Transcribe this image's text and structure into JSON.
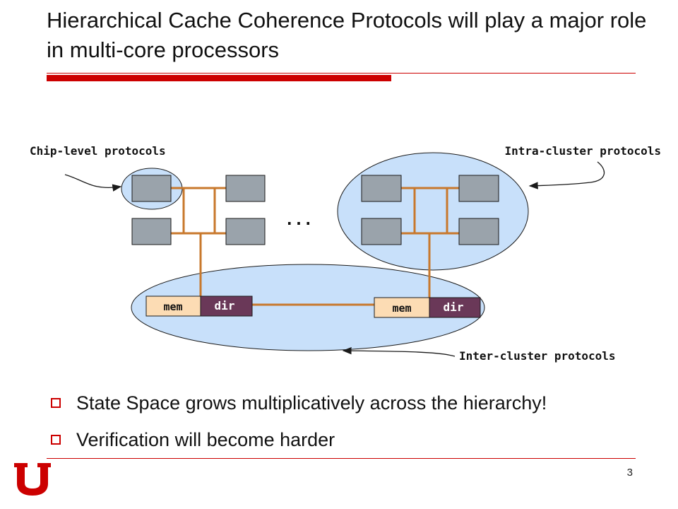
{
  "slide": {
    "title": "Hierarchical Cache Coherence Protocols will play a major role in multi-core processors",
    "page_number": "3"
  },
  "diagram": {
    "labels": {
      "chip_level": "Chip-level protocols",
      "intra_cluster": "Intra-cluster protocols",
      "inter_cluster": "Inter-cluster protocols",
      "ellipsis": "..."
    },
    "nodes": [
      {
        "mem": "mem",
        "dir": "dir"
      },
      {
        "mem": "mem",
        "dir": "dir"
      }
    ],
    "colors": {
      "cluster_fill": "#c8e0fa",
      "core_fill": "#9aa3ab",
      "wire": "#c8782c",
      "mem_fill": "#fcdcb4",
      "dir_fill": "#6a3858",
      "accent": "#cc0000"
    }
  },
  "bullets": [
    "State Space grows multiplicatively across the hierarchy!",
    "Verification will become harder"
  ]
}
